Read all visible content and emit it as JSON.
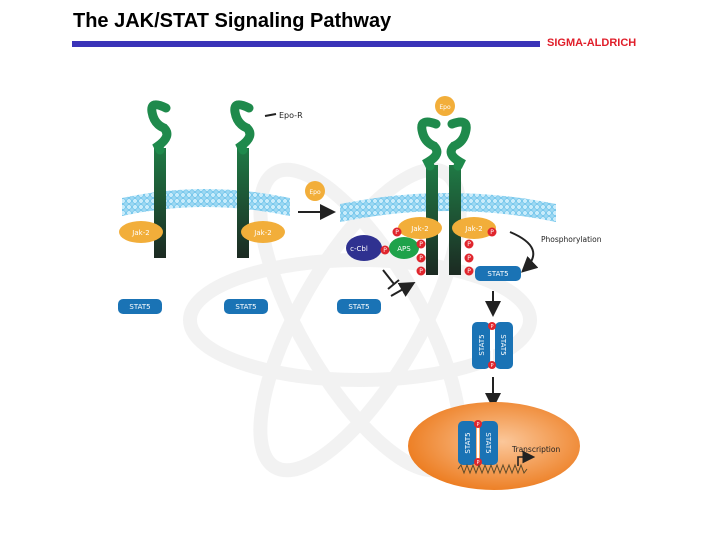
{
  "header": {
    "title": "The JAK/STAT Signaling Pathway",
    "brand": "SIGMA-ALDRICH"
  },
  "diagram": {
    "epo_r_label": "Epo-R",
    "epo": "Epo",
    "jak2": "Jak-2",
    "stat5": "STAT5",
    "p": "P",
    "ccbl": "c-Cbl",
    "aps": "APS",
    "phosphorylation": "Phosphorylation",
    "transcription": "Transcription",
    "colors": {
      "receptor": "#1f7a45",
      "membrane": "#7fd0ef",
      "jak": "#f2ae3a",
      "stat": "#1a73b5",
      "phospho": "#e0262d",
      "ccbl": "#2f3190",
      "aps": "#1fa24a",
      "nucleus": "#f08a2a",
      "title_rule": "#3a33b8",
      "brand": "#e01e2a"
    }
  }
}
